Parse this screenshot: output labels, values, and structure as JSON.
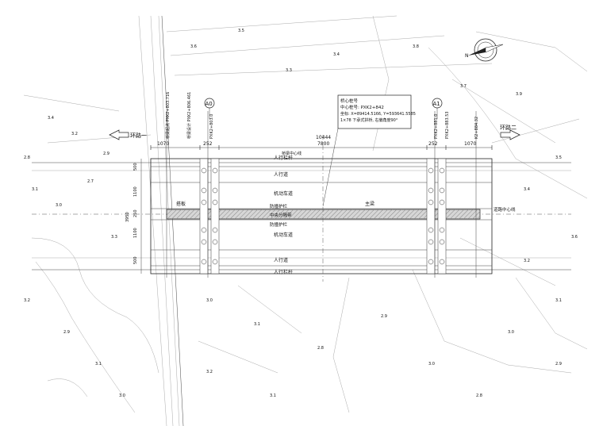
{
  "labels": {
    "ring_road_left": "环路一",
    "ring_road_right": "环路二",
    "pedestrian_railing": "人行栏杆",
    "sidewalk": "人行道",
    "motor_lane": "机动车道",
    "anticollision_rail": "防撞护栏",
    "central_divider": "中央分隔带",
    "main_girder": "主梁",
    "bridge_centerline": "桥梁中心线",
    "road_centerline": "道路中心线",
    "approach_slab": "搭板",
    "abutment_a0": "A0",
    "abutment_a1": "A1"
  },
  "info_box": {
    "line1": "桥心桩号",
    "line2": "中心桩号: PXK2+842",
    "line3": "坐标: X=89414.5166, Y=593641.5585",
    "line4": "1×78 下承式拱桥, 右偏角度90°"
  },
  "stations": {
    "left_1": "桥梁起点 PXK2+803.716",
    "left_2": "桥梁设计 PXK2+806.461",
    "left_3": "PXK2+803.0",
    "right_1": "PXK2+881.0",
    "right_2": "PXK2+883.53",
    "right_3": "K2+884.32"
  },
  "dimensions": {
    "d1": "1070",
    "d2": "252",
    "d3": "10444",
    "d4": "1070",
    "d5": "252",
    "d6": "7800",
    "w1": "500",
    "w2": "1100",
    "w3": "250",
    "w4": "1100",
    "w5": "500",
    "total_width": "3950"
  },
  "colors": {
    "line": "#222222",
    "divider_fill": "#d0d0d0",
    "hatch": "#888888"
  }
}
